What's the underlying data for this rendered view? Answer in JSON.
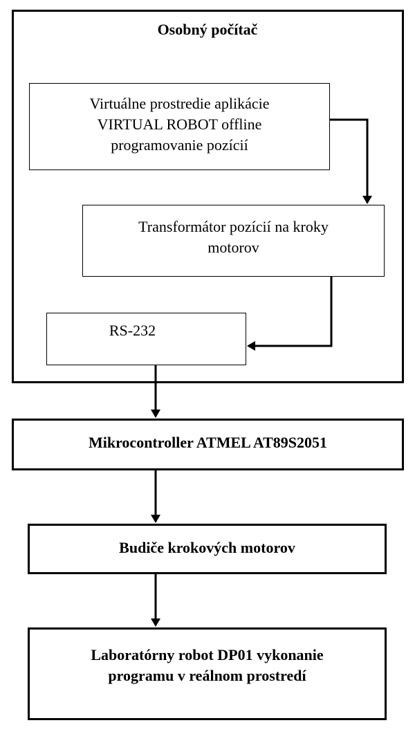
{
  "diagram": {
    "pc_title": "Osobný počítač",
    "virtual_env": "Virtuálne prostredie aplikácie\nVIRTUAL ROBOT offline\nprogramovanie pozícií",
    "transformer": "Transformátor pozícií na kroky\nmotorov",
    "rs232": "RS-232",
    "microcontroller": "Mikrocontroller ATMEL AT89S2051",
    "drivers": "Budiče krokových motorov",
    "robot": "Laboratórny robot DP01 vykonanie\nprogramu v reálnom prostredí"
  }
}
